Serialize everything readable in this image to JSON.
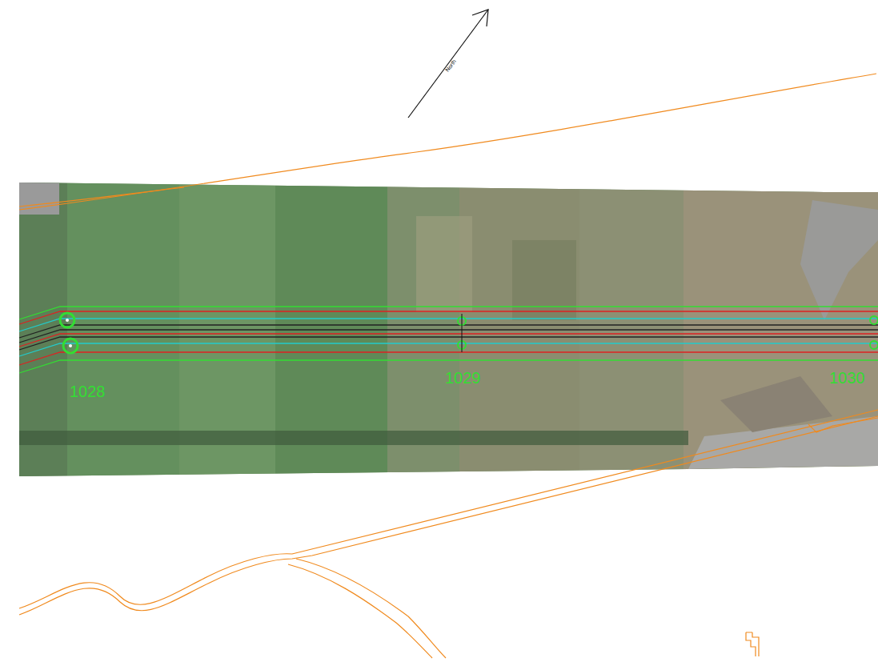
{
  "diagram": {
    "labels": [
      "North",
      "1028",
      "1029",
      "1030"
    ]
  }
}
